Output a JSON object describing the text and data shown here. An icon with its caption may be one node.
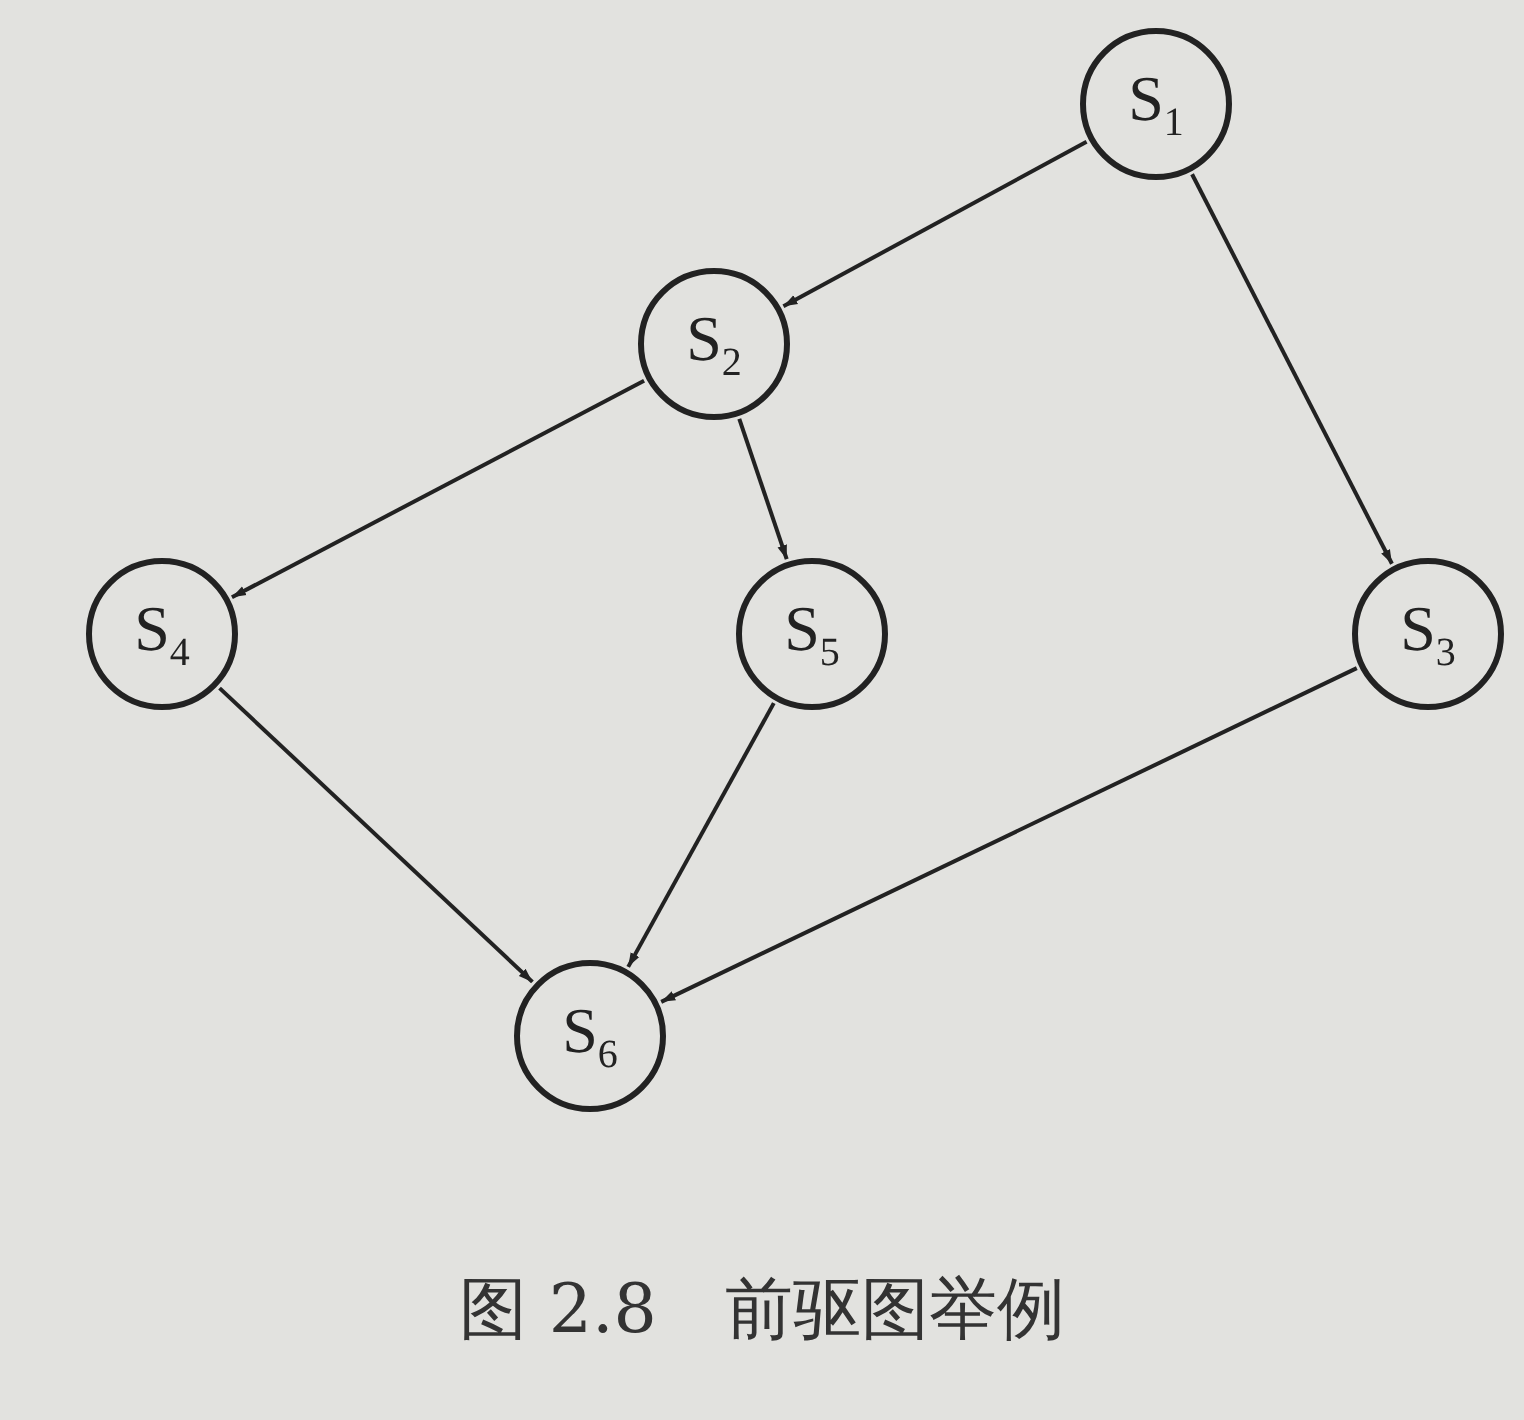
{
  "diagram": {
    "caption": "图 2.8　前驱图举例",
    "nodes": [
      {
        "text": [
          "S$_{1}$"
        ]
      },
      {
        "text": [
          "S$_{2}$"
        ]
      },
      {
        "text": [
          "S$_{4}$"
        ]
      },
      {
        "text": [
          "S$_{5}$"
        ]
      },
      {
        "text": [
          "S$_{3}$"
        ]
      },
      {
        "text": [
          "S$_{6}$"
        ]
      }
    ],
    "edges": [
      {
        "from": 0,
        "to": 1,
        "arrow": "to"
      },
      {
        "from": 0,
        "to": 4,
        "arrow": "to"
      },
      {
        "from": 1,
        "to": 2,
        "arrow": "to"
      },
      {
        "from": 1,
        "to": 3,
        "arrow": "to"
      },
      {
        "from": 2,
        "to": 5,
        "arrow": "to"
      },
      {
        "from": 3,
        "to": 5,
        "arrow": "to"
      },
      {
        "from": 4,
        "to": 5,
        "arrow": "to"
      }
    ]
  }
}
